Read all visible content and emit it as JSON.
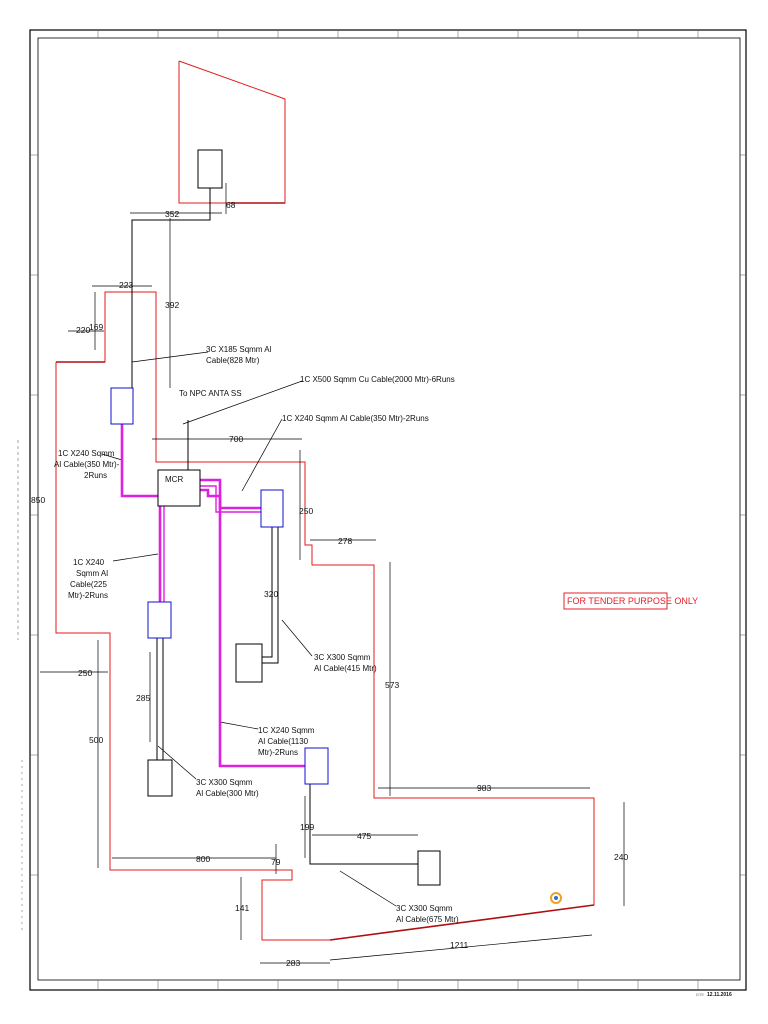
{
  "colors": {
    "boundary": "#e31b1b",
    "cable_main": "#e020e0",
    "panel": "#1010d0",
    "line": "#000000",
    "stamp": "#e0202a"
  },
  "stamp_text": "FOR TENDER PURPOSE ONLY",
  "mcr_label": "MCR",
  "footer_date": "12.11.2016",
  "footer_small": "DTE",
  "dimensions": {
    "d352": "352",
    "d68": "68",
    "d392": "392",
    "d223": "223",
    "d220": "220",
    "d169": "169",
    "d850": "850",
    "d700": "700",
    "d250a": "250",
    "d278": "278",
    "d320": "320",
    "d573": "573",
    "d250b": "250",
    "d500": "500",
    "d285": "285",
    "d983": "983",
    "d199": "199",
    "d475": "475",
    "d800": "800",
    "d79": "79",
    "d240": "240",
    "d141": "141",
    "d1211": "1211",
    "d283": "283"
  },
  "labels": {
    "c185": [
      "3C X185 Sqmm Al",
      "Cable(828 Mtr)"
    ],
    "c500": [
      "1C X500 Sqmm Cu Cable(2000 Mtr)-6Runs"
    ],
    "npc": [
      "To NPC ANTA SS"
    ],
    "c240_350r": [
      "1C X240 Sqmm Al Cable(350 Mtr)-2Runs"
    ],
    "c240_350l": [
      "1C X240 Sqmm",
      "Al Cable(350 Mtr)-",
      "2Runs"
    ],
    "c240_225": [
      "1C X240",
      "Sqmm Al",
      "Cable(225",
      "Mtr)-2Runs"
    ],
    "c300_415": [
      "3C X300 Sqmm",
      "Al Cable(415 Mtr)"
    ],
    "c240_1130": [
      "1C X240 Sqmm",
      "Al Cable(1130",
      "Mtr)-2Runs"
    ],
    "c300_300": [
      "3C X300 Sqmm",
      "Al Cable(300 Mtr)"
    ],
    "c300_675": [
      "3C X300 Sqmm",
      "Al Cable(675 Mtr)"
    ]
  }
}
